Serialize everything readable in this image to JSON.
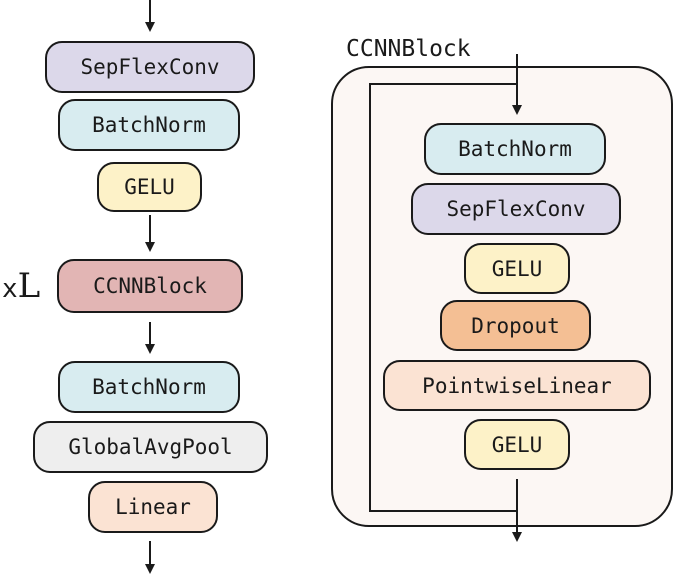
{
  "left_stack": {
    "sepflexconv": "SepFlexConv",
    "batchnorm_top": "BatchNorm",
    "gelu": "GELU",
    "repeat_label": "xL",
    "ccnnblock": "CCNNBlock",
    "batchnorm_bottom": "BatchNorm",
    "globalavgpool": "GlobalAvgPool",
    "linear": "Linear"
  },
  "block_detail": {
    "title": "CCNNBlock",
    "batchnorm": "BatchNorm",
    "sepflexconv": "SepFlexConv",
    "gelu_1": "GELU",
    "dropout": "Dropout",
    "pointwiselinear": "PointwiseLinear",
    "gelu_2": "GELU"
  },
  "colors": {
    "sepflexconv": "#dcd8ea",
    "batchnorm": "#d8ecf0",
    "gelu": "#fdf2c8",
    "ccnnblock": "#e2b5b4",
    "globalavgpool": "#eeeeee",
    "linear": "#fbe3d3",
    "dropout": "#f4bf94",
    "pointwiselinear": "#fbe3d3",
    "block_background": "#fcf7f4"
  }
}
